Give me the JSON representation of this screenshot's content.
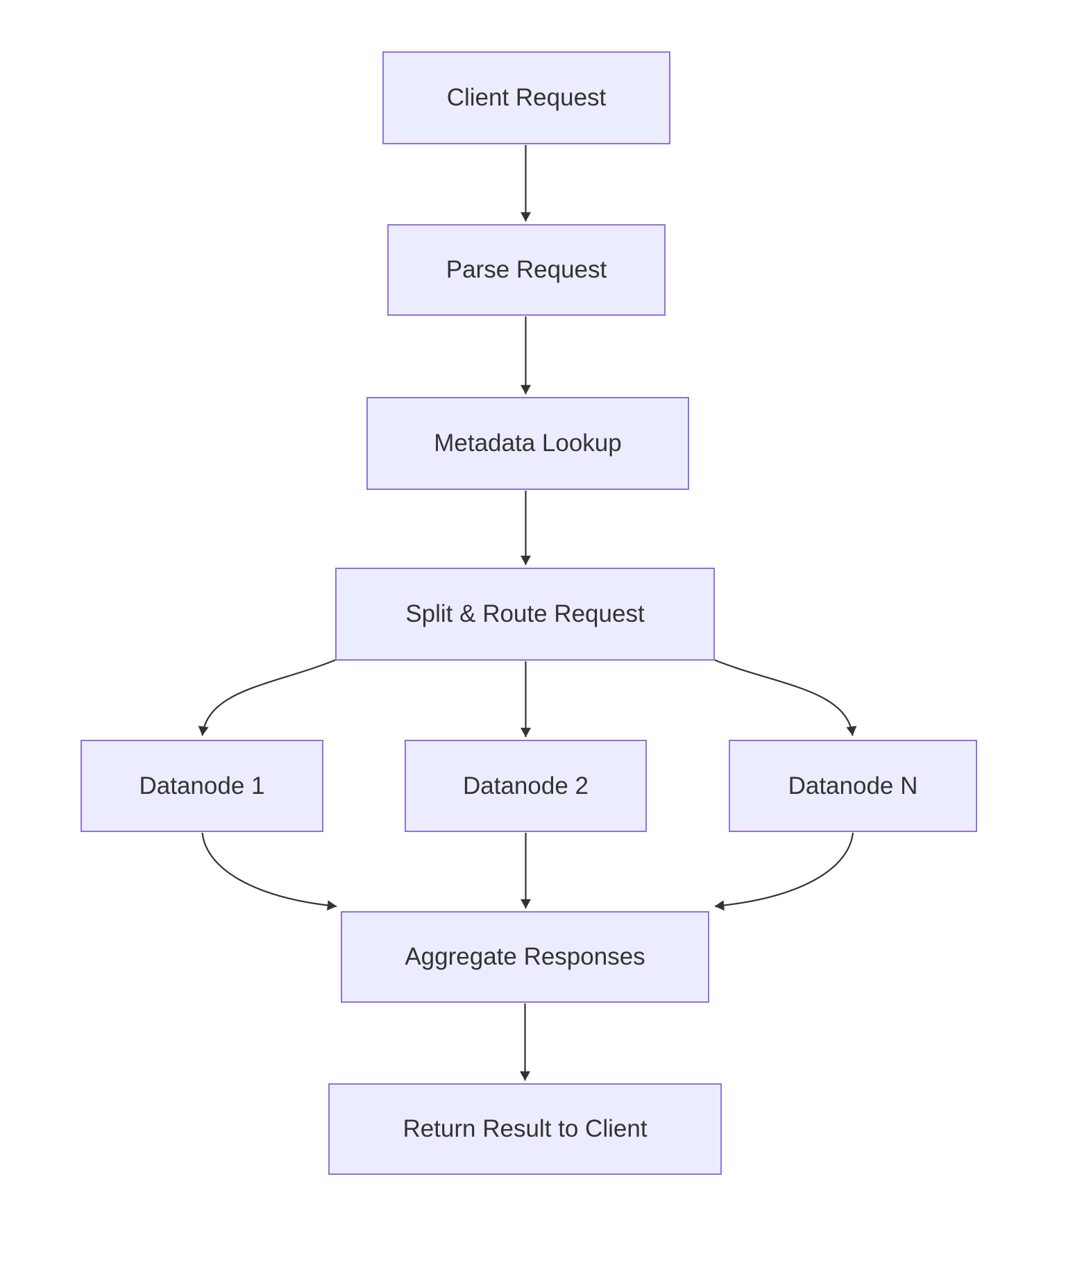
{
  "diagram": {
    "type": "flowchart",
    "direction": "top-down",
    "colors": {
      "node_fill": "#ECECFF",
      "node_border": "#9370DB",
      "text": "#333333",
      "arrow": "#333333",
      "background": "#FFFFFF"
    },
    "nodes": [
      {
        "id": "client_request",
        "label": "Client Request"
      },
      {
        "id": "parse_request",
        "label": "Parse Request"
      },
      {
        "id": "metadata_lookup",
        "label": "Metadata Lookup"
      },
      {
        "id": "split_route_request",
        "label": "Split & Route Request"
      },
      {
        "id": "datanode_1",
        "label": "Datanode 1"
      },
      {
        "id": "datanode_2",
        "label": "Datanode 2"
      },
      {
        "id": "datanode_n",
        "label": "Datanode N"
      },
      {
        "id": "aggregate_responses",
        "label": "Aggregate Responses"
      },
      {
        "id": "return_result",
        "label": "Return Result to Client"
      }
    ],
    "edges": [
      {
        "from": "Client Request",
        "to": "Parse Request"
      },
      {
        "from": "Parse Request",
        "to": "Metadata Lookup"
      },
      {
        "from": "Metadata Lookup",
        "to": "Split & Route Request"
      },
      {
        "from": "Split & Route Request",
        "to": "Datanode 1"
      },
      {
        "from": "Split & Route Request",
        "to": "Datanode 2"
      },
      {
        "from": "Split & Route Request",
        "to": "Datanode N"
      },
      {
        "from": "Datanode 1",
        "to": "Aggregate Responses"
      },
      {
        "from": "Datanode 2",
        "to": "Aggregate Responses"
      },
      {
        "from": "Datanode N",
        "to": "Aggregate Responses"
      },
      {
        "from": "Aggregate Responses",
        "to": "Return Result to Client"
      }
    ]
  }
}
